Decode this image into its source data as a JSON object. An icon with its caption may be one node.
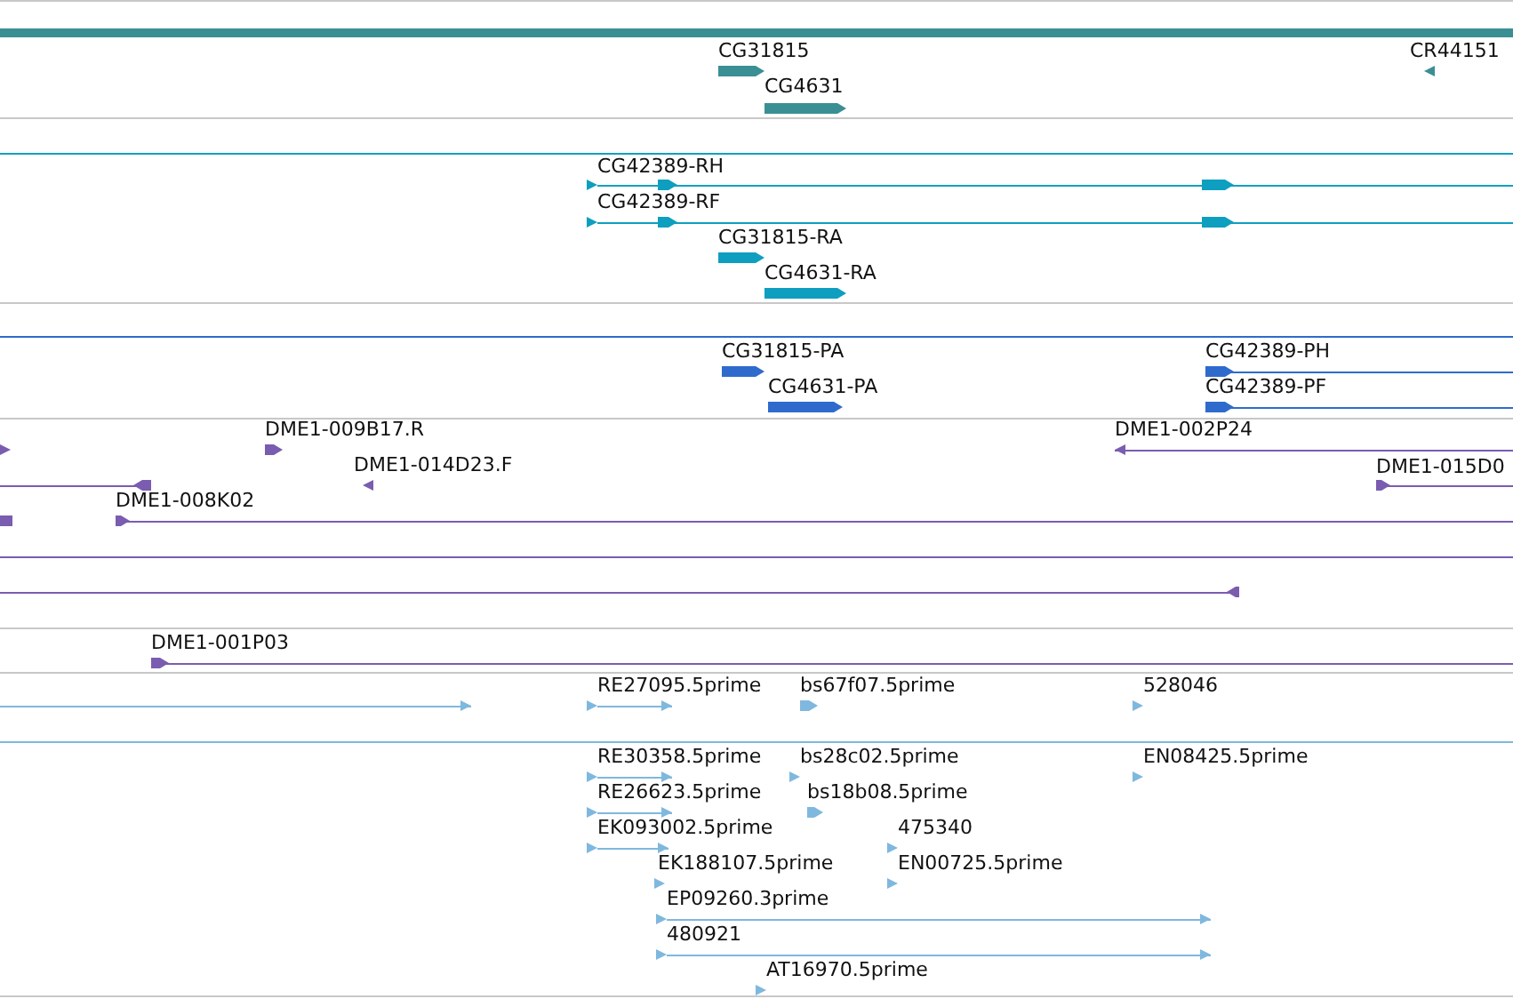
{
  "diagram": {
    "labels": [
      "CG31815",
      "CR44151",
      "CG4631",
      "CG42389-RH",
      "CG42389-RF",
      "CG31815-RA",
      "CG4631-RA",
      "CG31815-PA",
      "CG42389-PH",
      "CG4631-PA",
      "CG42389-PF",
      "DME1-009B17.R",
      "DME1-002P24",
      "DME1-014D23.F",
      "DME1-015D0",
      "DME1-008K02",
      "DME1-001P03",
      "RE27095.5prime",
      "bs67f07.5prime",
      "528046",
      "RE30358.5prime",
      "bs28c02.5prime",
      "EN08425.5prime",
      "RE26623.5prime",
      "bs18b08.5prime",
      "EK093002.5prime",
      "475340",
      "EK188107.5prime",
      "EN00725.5prime",
      "EP09260.3prime",
      "480921",
      "AT16970.5prime"
    ]
  }
}
